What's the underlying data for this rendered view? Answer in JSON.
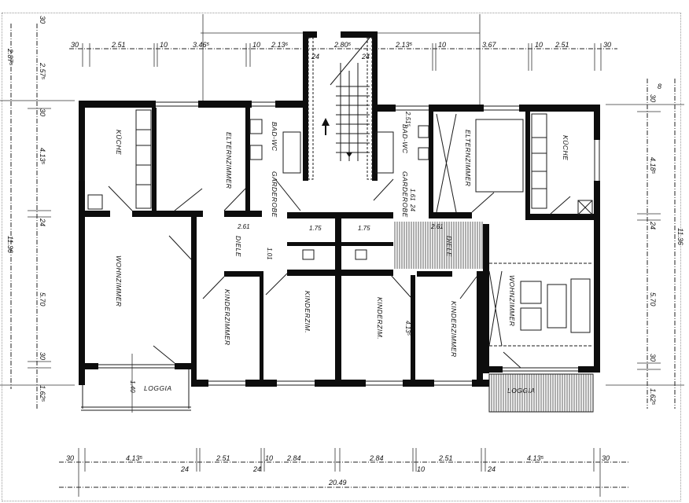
{
  "plan": {
    "rooms": {
      "kueche": "KÜCHE",
      "elternzimmer": "ELTERNZIMMER",
      "bad_wc": "BAD-WC",
      "garderobe": "GARDEROBE",
      "diele": "DIELE",
      "wohnzimmer": "WOHNZIMMER",
      "kinderzimmer": "KINDERZIMMER",
      "kinderzim": "KINDERZIM.",
      "loggia": "LOGGIA"
    },
    "top_dims": [
      "30",
      "2.51",
      "10",
      "3.46⁵",
      "10",
      "2.13⁶",
      "24",
      "2.80⁵",
      "24",
      "2.13⁵",
      "10",
      "3.67",
      "10",
      "2.51",
      "30"
    ],
    "left_dims": {
      "outer_top": "2.87⁵",
      "outer_total": "11.36",
      "inner": [
        "30",
        "2.57⁵",
        "30",
        "4.13⁵",
        "24",
        "5.70",
        "30",
        "1.62⁵"
      ]
    },
    "right_dims": {
      "outer_total": "11.36",
      "top_mark": "8",
      "inner": [
        "30",
        "4.18⁵",
        "24",
        "5.70",
        "30",
        "1.62⁵"
      ]
    },
    "bottom_dims": [
      "30",
      "4.13⁵",
      "24",
      "2.51",
      "10",
      "2.84",
      "24",
      "2.84",
      "10",
      "2.51",
      "24",
      "4.13⁵",
      "30"
    ],
    "bottom_total": "20.49",
    "interior_dims": {
      "bad_right": "2.51⁵",
      "gard_right": "1.61",
      "gard_right_wall": "24",
      "diele_left": "2.61",
      "diele_left_small": "1.01",
      "hall_left": "1.75",
      "hall_right": "1.75",
      "diele_right": "2.61",
      "loggia_left": "1.40",
      "kinder_right": "4.13⁵"
    }
  }
}
